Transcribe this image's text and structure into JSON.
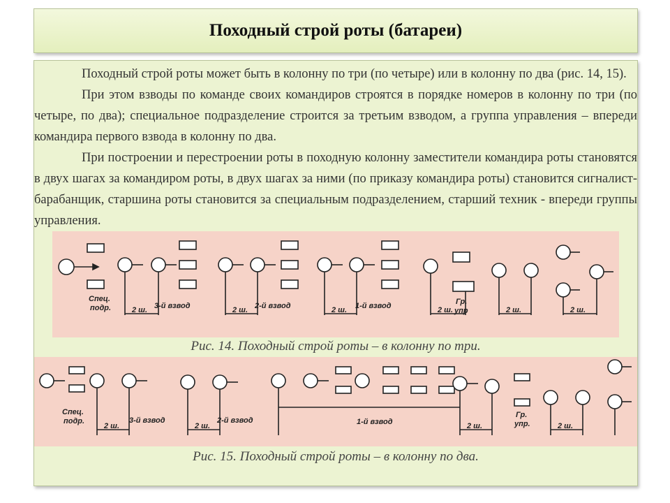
{
  "title": "Походный строй роты (батареи)",
  "paragraphs": [
    "Походный строй роты может быть в колонну по три (по четыре) или в колонну по два (рис. 14, 15).",
    "При этом взводы по команде своих командиров строятся в порядке номеров в колонну по три (по четыре, по два); специальное подразделение строится за третьим взводом, а группа управления – впереди командира первого взвода в колонну по два.",
    "При построении и перестроении роты в походную колонну заместители командира роты становятся в двух шагах за командиром роты, в двух шагах за ними (по приказу командира роты) становится сигналист-барабанщик, старшина роты становится за специальным подразделением, старший техник - впереди группы управления."
  ],
  "figure14": {
    "caption": "Рис. 14. Походный строй роты – в колонну по три.",
    "labels": {
      "spec1": "Спец.",
      "spec2": "подр.",
      "platoon3": "3-й взвод",
      "platoon2": "2-й взвод",
      "platoon1": "1-й взвод",
      "group1": "Гр.",
      "group2": "упр",
      "step": "2 ш."
    }
  },
  "figure15": {
    "caption": "Рис. 15. Походный строй роты – в колонну по два.",
    "labels": {
      "spec1": "Спец.",
      "spec2": "подр.",
      "platoon3": "3-й взвод",
      "platoon2": "2-й взвод",
      "platoon1": "1-й взвод",
      "group1": "Гр.",
      "group2": "упр.",
      "step": "2 ш."
    }
  },
  "colors": {
    "title_bg": "#e4efbd",
    "content_bg": "#ecf3d2",
    "figure_bg": "#f6d3c8"
  }
}
